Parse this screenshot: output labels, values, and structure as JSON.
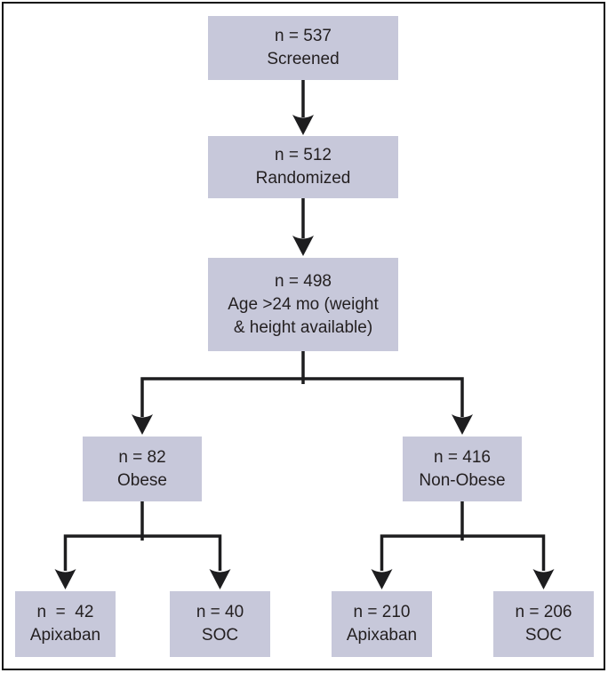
{
  "diagram": {
    "kind": "consort-flowchart",
    "nodes": [
      {
        "id": "screened",
        "n": 537,
        "label": "Screened",
        "lines": [
          "n = 537",
          "Screened"
        ]
      },
      {
        "id": "randomized",
        "n": 512,
        "label": "Randomized",
        "lines": [
          "n = 512",
          "Randomized"
        ]
      },
      {
        "id": "age-eligible",
        "n": 498,
        "label": "Age >24 mo (weight & height available)",
        "lines": [
          "n = 498",
          "Age >24 mo (weight",
          "& height available)"
        ]
      },
      {
        "id": "obese",
        "n": 82,
        "label": "Obese",
        "lines": [
          "n = 82",
          "Obese"
        ]
      },
      {
        "id": "non-obese",
        "n": 416,
        "label": "Non-Obese",
        "lines": [
          "n = 416",
          "Non-Obese"
        ]
      },
      {
        "id": "obese-apixaban",
        "n": 42,
        "label": "Apixaban",
        "lines": [
          "n  =  42",
          "Apixaban"
        ]
      },
      {
        "id": "obese-soc",
        "n": 40,
        "label": "SOC",
        "lines": [
          "n = 40",
          "SOC"
        ]
      },
      {
        "id": "non-obese-apixaban",
        "n": 210,
        "label": "Apixaban",
        "lines": [
          "n = 210",
          "Apixaban"
        ]
      },
      {
        "id": "non-obese-soc",
        "n": 206,
        "label": "SOC",
        "lines": [
          "n = 206",
          "SOC"
        ]
      }
    ],
    "edges": [
      {
        "from": "screened",
        "to": "randomized"
      },
      {
        "from": "randomized",
        "to": "age-eligible"
      },
      {
        "from": "age-eligible",
        "to": "obese"
      },
      {
        "from": "age-eligible",
        "to": "non-obese"
      },
      {
        "from": "obese",
        "to": "obese-apixaban"
      },
      {
        "from": "obese",
        "to": "obese-soc"
      },
      {
        "from": "non-obese",
        "to": "non-obese-apixaban"
      },
      {
        "from": "non-obese",
        "to": "non-obese-soc"
      }
    ]
  },
  "colors": {
    "box_fill": "#c7c8da",
    "line": "#1d1d1f",
    "text": "#231f20",
    "frame": "#0f0f0f",
    "background": "#ffffff"
  }
}
